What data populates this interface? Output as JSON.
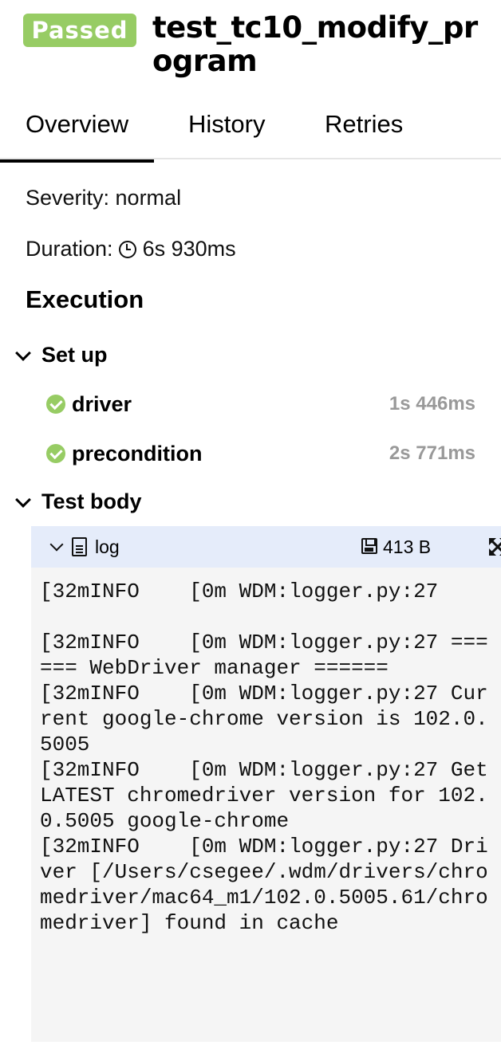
{
  "header": {
    "status": "Passed",
    "title": "test_tc10_modify_program"
  },
  "tabs": [
    {
      "label": "Overview",
      "active": true
    },
    {
      "label": "History",
      "active": false
    },
    {
      "label": "Retries",
      "active": false
    }
  ],
  "overview": {
    "severity": "Severity: normal",
    "duration_label": "Duration:",
    "duration_value": "6s 930ms",
    "execution_heading": "Execution"
  },
  "setup": {
    "label": "Set up",
    "steps": [
      {
        "name": "driver",
        "time": "1s 446ms",
        "status": "passed"
      },
      {
        "name": "precondition",
        "time": "2s 771ms",
        "status": "passed"
      }
    ]
  },
  "test_body": {
    "label": "Test body",
    "attachment": {
      "name": "log",
      "size": "413 B",
      "content": "\u001b[32mINFO    \u001b[0m WDM:logger.py:27\n\n\u001b[32mINFO    \u001b[0m WDM:logger.py:27 ====== WebDriver manager ======\n\u001b[32mINFO    \u001b[0m WDM:logger.py:27 Current google-chrome version is 102.0.5005\n\u001b[32mINFO    \u001b[0m WDM:logger.py:27 Get LATEST chromedriver version for 102.0.5005 google-chrome\n\u001b[32mINFO    \u001b[0m WDM:logger.py:27 Driver [/Users/csegee/.wdm/drivers/chromedriver/mac64_m1/102.0.5005.61/chromedriver] found in cache"
    }
  },
  "colors": {
    "passed": "#97cc64",
    "attachment_header_bg": "#e5ecfa",
    "log_bg": "#f5f5f5",
    "muted_text": "#999999"
  },
  "icons": [
    "clock-icon",
    "chevron-down-icon",
    "check-circle-icon",
    "file-text-icon",
    "save-disk-icon",
    "expand-icon"
  ]
}
